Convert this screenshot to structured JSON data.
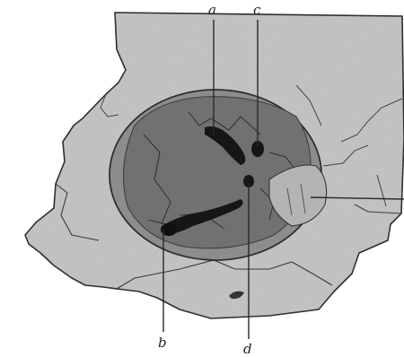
{
  "figure": {
    "labels": {
      "a": "a",
      "b": "b",
      "c": "c",
      "d": "d"
    },
    "colors": {
      "background": "#ffffff",
      "tissue": "#c9c9c9",
      "ring": "#8e8e8e",
      "cavity": "#6f6f6f",
      "lesion": "#1a1a1a",
      "line": "#2a2a2a"
    }
  }
}
